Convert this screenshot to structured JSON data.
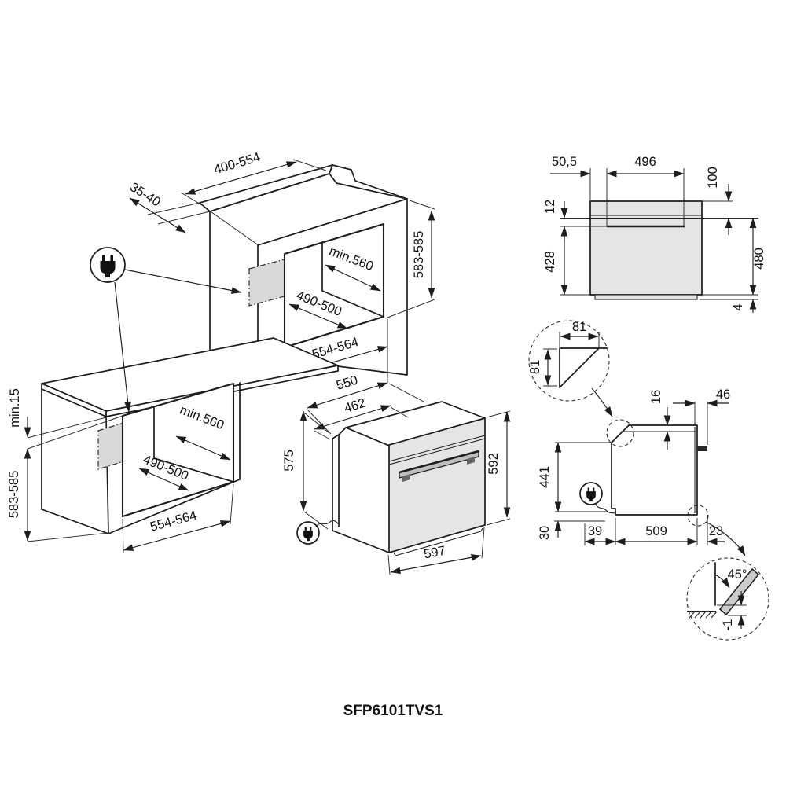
{
  "model_label": "SFP6101TVS1",
  "colors": {
    "line": "#1d1d1d",
    "panel_fill": "#e5e5e5",
    "connection_pad_fill": "#d9d9d9",
    "handle_fill": "#bfbfbf",
    "chamfer_bar_fill": "#cbcbcb"
  },
  "views": {
    "upper_cabinet": {
      "niche_top_width": "400-554",
      "niche_top_depth": "35-40",
      "niche_depth": "min.560",
      "niche_rear_width": "490-500",
      "niche_width": "554-564",
      "niche_height": "583-585"
    },
    "base_cabinet": {
      "worktop_clearance": "min.15",
      "niche_height": "583-585",
      "niche_depth": "min.560",
      "niche_rear_width": "490-500",
      "niche_width": "554-564"
    },
    "oven_front": {
      "depth_total": "550",
      "depth_body": "462",
      "height_body": "575",
      "height_front": "592",
      "width": "597"
    },
    "oven_rear": {
      "side_offset": "50,5",
      "bracket_width": "496",
      "top_offset": "100",
      "bracket_gap": "12",
      "lower_height": "428",
      "height": "480",
      "base_height": "4"
    },
    "oven_side": {
      "chamfer_width": "81",
      "chamfer_height": "81",
      "top_recess": "16",
      "rear_clearance": "46",
      "front_height": "441",
      "bottom_clearance": "30",
      "front_offset": "39",
      "body_depth": "509",
      "rear_offset": "23",
      "door_angle": "45°",
      "door_offset": "-1"
    }
  }
}
